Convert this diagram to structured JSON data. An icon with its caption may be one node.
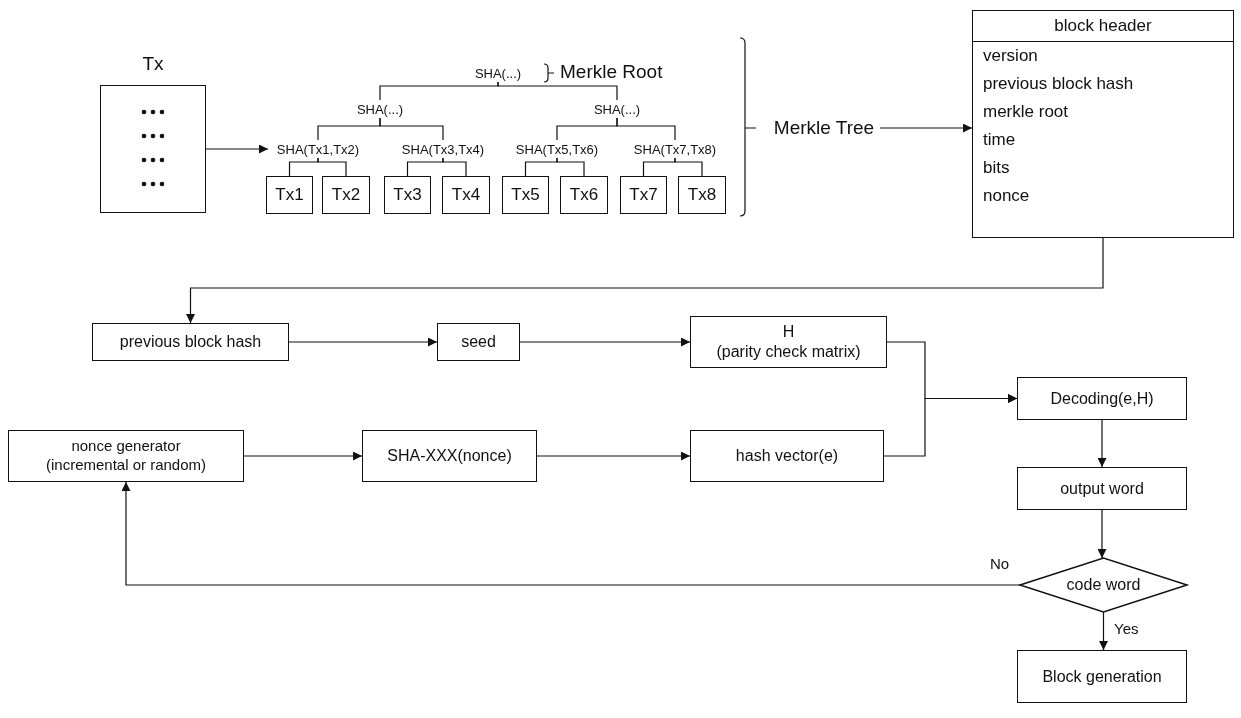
{
  "diagram": {
    "nodes": [
      {
        "text": [
          "Tx"
        ]
      },
      {
        "text": [
          "SHA(...)"
        ]
      },
      {
        "text": [
          "SHA(...)"
        ]
      },
      {
        "text": [
          "SHA(...)"
        ]
      },
      {
        "text": [
          "SHA(Tx1,Tx2)"
        ]
      },
      {
        "text": [
          "SHA(Tx3,Tx4)"
        ]
      },
      {
        "text": [
          "SHA(Tx5,Tx6)"
        ]
      },
      {
        "text": [
          "SHA(Tx7,Tx8)"
        ]
      },
      {
        "text": [
          "Tx1"
        ]
      },
      {
        "text": [
          "Tx2"
        ]
      },
      {
        "text": [
          "Tx3"
        ]
      },
      {
        "text": [
          "Tx4"
        ]
      },
      {
        "text": [
          "Tx5"
        ]
      },
      {
        "text": [
          "Tx6"
        ]
      },
      {
        "text": [
          "Tx7"
        ]
      },
      {
        "text": [
          "Tx8"
        ]
      },
      {
        "text": [
          "Merkle Tree"
        ]
      },
      {
        "text": [
          "block header",
          "version",
          "previous block hash",
          "merkle root",
          "time",
          "bits",
          "nonce"
        ]
      },
      {
        "text": [
          "previous block hash"
        ]
      },
      {
        "text": [
          "seed"
        ]
      },
      {
        "text": [
          "H",
          "(parity check matrix)"
        ]
      },
      {
        "text": [
          "Decoding(e,H)"
        ]
      },
      {
        "text": [
          "nonce generator (incremental or random)"
        ]
      },
      {
        "text": [
          "SHA-XXX(nonce)"
        ]
      },
      {
        "text": [
          "hash vector(e)"
        ]
      },
      {
        "text": [
          "output word"
        ]
      },
      {
        "text": [
          "code word"
        ]
      },
      {
        "text": [
          "Block generation"
        ]
      }
    ],
    "edges": [
      {
        "from": 1,
        "to": 2,
        "arrow": "none"
      },
      {
        "from": 1,
        "to": 3,
        "arrow": "none"
      },
      {
        "from": 2,
        "to": 4,
        "arrow": "none"
      },
      {
        "from": 2,
        "to": 5,
        "arrow": "none"
      },
      {
        "from": 3,
        "to": 6,
        "arrow": "none"
      },
      {
        "from": 3,
        "to": 7,
        "arrow": "none"
      },
      {
        "from": 4,
        "to": 8,
        "arrow": "none"
      },
      {
        "from": 4,
        "to": 9,
        "arrow": "none"
      },
      {
        "from": 5,
        "to": 10,
        "arrow": "none"
      },
      {
        "from": 5,
        "to": 11,
        "arrow": "none"
      },
      {
        "from": 6,
        "to": 12,
        "arrow": "none"
      },
      {
        "from": 6,
        "to": 13,
        "arrow": "none"
      },
      {
        "from": 7,
        "to": 14,
        "arrow": "none"
      },
      {
        "from": 7,
        "to": 15,
        "arrow": "none"
      },
      {
        "from": 0,
        "to": 4,
        "arrow": "to"
      },
      {
        "from": 16,
        "to": 17,
        "arrow": "to"
      },
      {
        "from": 17,
        "to": 18,
        "arrow": "to"
      },
      {
        "from": 18,
        "to": 19,
        "arrow": "to"
      },
      {
        "from": 19,
        "to": 20,
        "arrow": "to"
      },
      {
        "from": 22,
        "to": 23,
        "arrow": "to"
      },
      {
        "from": 23,
        "to": 24,
        "arrow": "to"
      },
      {
        "from": 20,
        "to": 21,
        "arrow": "to"
      },
      {
        "from": 24,
        "to": 21,
        "arrow": "to"
      },
      {
        "from": 21,
        "to": 25,
        "arrow": "to"
      },
      {
        "from": 25,
        "to": 26,
        "arrow": "to"
      },
      {
        "from": 26,
        "to": 22,
        "arrow": "to",
        "label": "No"
      },
      {
        "from": 26,
        "to": 27,
        "arrow": "to",
        "label": "Yes"
      }
    ],
    "labels": [
      "Merkle Root"
    ]
  }
}
